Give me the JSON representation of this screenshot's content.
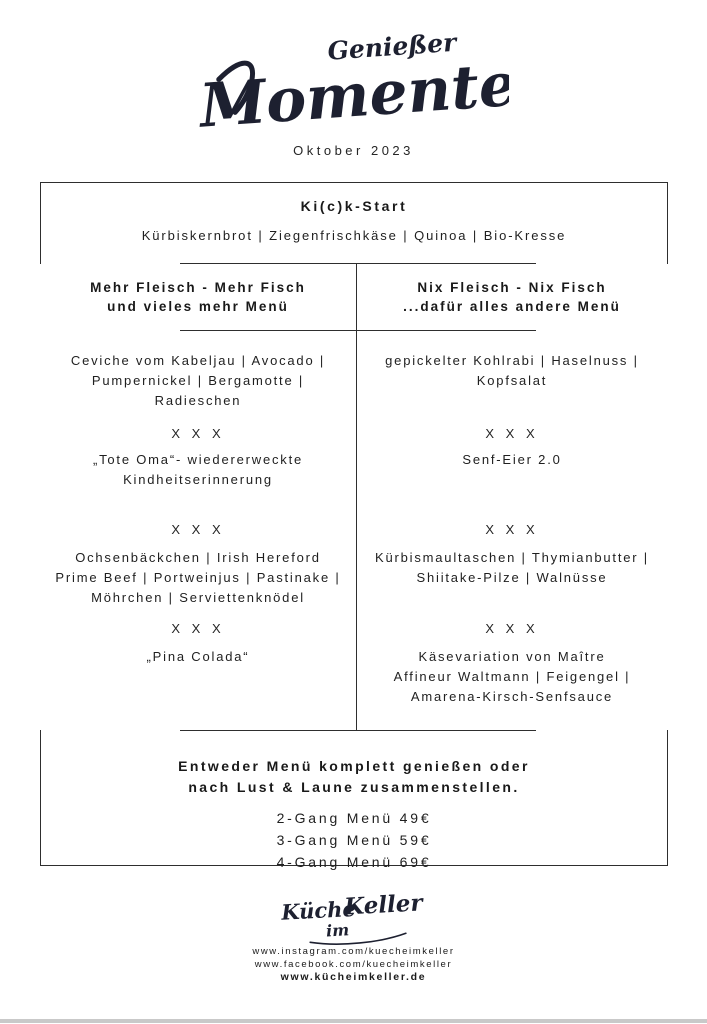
{
  "brand": {
    "top": "Genießer",
    "main": "Momente"
  },
  "date": "Oktober 2023",
  "menu": {
    "starter_title": "Ki(c)k-Start",
    "starter_items": "Kürbiskernbrot | Ziegenfrischkäse | Quinoa | Bio-Kresse",
    "separator": "X X X",
    "left": {
      "title": [
        "Mehr Fleisch - Mehr Fisch",
        "und vieles mehr Menü"
      ],
      "course1": [
        "Ceviche vom Kabeljau | Avocado |",
        "Pumpernickel | Bergamotte |",
        "Radieschen"
      ],
      "course2": [
        "„Tote Oma“- wiedererweckte",
        "Kindheitserinnerung"
      ],
      "course3": [
        "Ochsenbäckchen | Irish Hereford",
        "Prime Beef | Portweinjus | Pastinake |",
        "Möhrchen | Serviettenknödel"
      ],
      "course4": [
        "„Pina Colada“"
      ]
    },
    "right": {
      "title": [
        "Nix Fleisch - Nix Fisch",
        "...dafür alles andere Menü"
      ],
      "course1": [
        "gepickelter Kohlrabi | Haselnuss |",
        "Kopfsalat"
      ],
      "course2": [
        "Senf-Eier 2.0"
      ],
      "course3": [
        "Kürbismaultaschen | Thymianbutter |",
        "Shiitake-Pilze | Walnüsse"
      ],
      "course4": [
        "Käsevariation von Maître",
        "Affineur Waltmann | Feigengel |",
        "Amarena-Kirsch-Senfsauce"
      ]
    },
    "note": [
      "Entweder Menü komplett genießen oder",
      "nach Lust & Laune zusammenstellen."
    ],
    "prices": [
      "2-Gang Menü 49€",
      "3-Gang Menü 59€",
      "4-Gang Menü 69€"
    ]
  },
  "footer": {
    "logo_word1": "Küche",
    "logo_word2": "im",
    "logo_word3": "Keller",
    "links": [
      "www.instagram.com/kuecheimkeller",
      "www.facebook.com/kuecheimkeller",
      "www.kücheimkeller.de"
    ]
  },
  "colors": {
    "ink": "#1f1f1f",
    "logo_ink": "#1d2030",
    "rule_line": "#2e2e2e",
    "bottom_bar": "#c9c9c9"
  }
}
